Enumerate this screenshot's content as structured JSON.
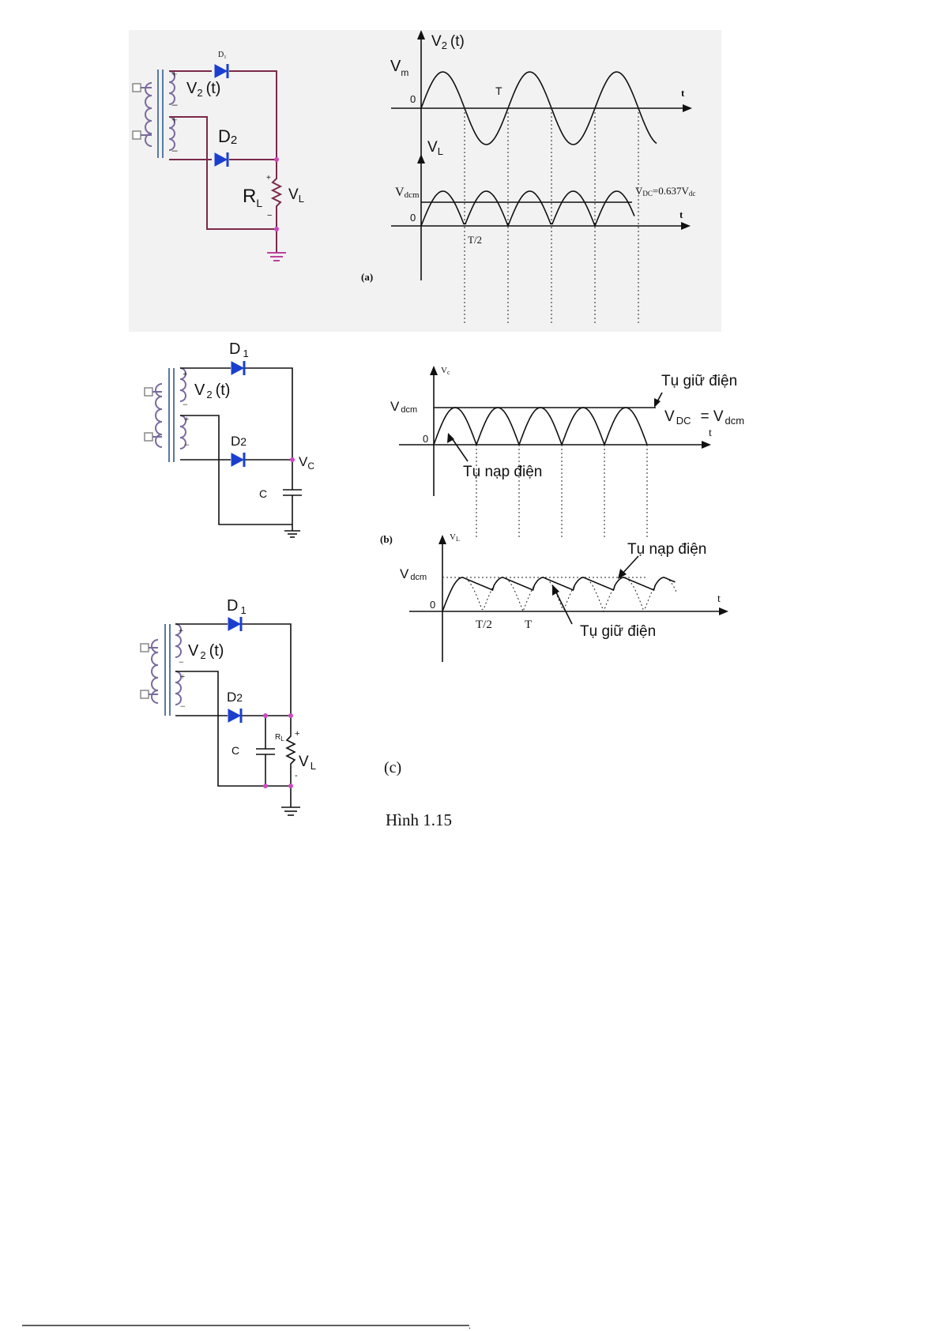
{
  "panel_a": {
    "circuit": {
      "d1_label": "D₁",
      "d2_label": "D",
      "d2_sub": "2",
      "v2_label": "V",
      "v2_sub": "2",
      "v2_t": "(t)",
      "rl_label": "R",
      "rl_sub": "L",
      "vl_label": "V",
      "vl_sub": "L",
      "plus": "+",
      "minus": "−"
    },
    "waves": {
      "top_axis_label": "V",
      "top_axis_sub": "2",
      "top_axis_t": "(t)",
      "vm_label": "V",
      "vm_sub": "m",
      "zero": "0",
      "period_label": "T",
      "t_label": "t",
      "bottom_axis_label": "V",
      "bottom_axis_sub": "L",
      "vdcm_label": "V",
      "vdcm_sub": "dcm",
      "vdc_label": "V",
      "vdc_sub": "DC",
      "vdc_eq": "=0.637V",
      "vdc_eq_sub": "dc",
      "half_period": "T/2",
      "tag": "(a)"
    }
  },
  "panel_b": {
    "circuit": {
      "d1_label": "D",
      "d1_sub": "1",
      "d2_label": "D",
      "d2_sub": "2",
      "v2_label": "V",
      "v2_sub": "2",
      "v2_t": "(t)",
      "vc_label": "V",
      "vc_sub": "C",
      "c_label": "C"
    },
    "waves": {
      "axis_label": "V",
      "axis_sub": "c",
      "vdcm_label": "V",
      "vdcm_sub": "dcm",
      "zero": "0",
      "t_label": "t",
      "hold_label": "Tụ giữ điện",
      "vdc_text": "V",
      "vdc_sub": "DC",
      "vdc_eq": "= V",
      "vdc_eq_sub": "dcm",
      "charge_label": "Tụ nạp điện",
      "tag": "(b)"
    }
  },
  "panel_c": {
    "circuit": {
      "d1_label": "D",
      "d1_sub": "1",
      "d2_label": "D",
      "d2_sub": "2",
      "v2_label": "V",
      "v2_sub": "2",
      "v2_t": "(t)",
      "c_label": "C",
      "rl_label": "R",
      "rl_sub": "L",
      "vl_label": "V",
      "vl_sub": "L"
    },
    "waves": {
      "axis_label": "V",
      "axis_sub": "L",
      "vdcm_label": "V",
      "vdcm_sub": "dcm",
      "zero": "0",
      "t_label": "t",
      "half_period": "T/2",
      "period": "T",
      "charge_label": "Tụ nạp điện",
      "hold_label": "Tụ giữ điện",
      "tag": "(c)"
    }
  },
  "caption": "Hình 1.15",
  "footer_mark": "."
}
